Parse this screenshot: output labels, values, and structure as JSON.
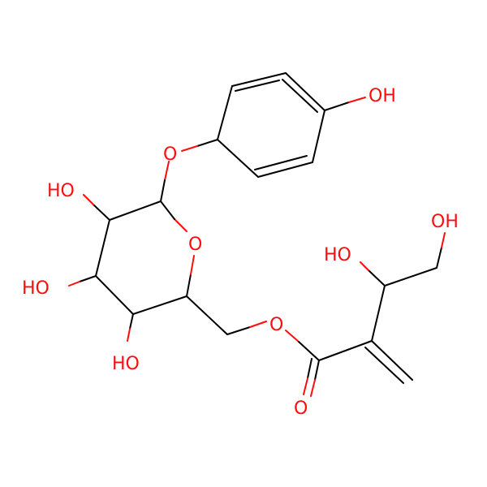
{
  "colors": {
    "background": "#ffffff",
    "carbon_bond": "#000000",
    "oxygen": "#ff0d0d"
  },
  "labels": {
    "phenol_oh": "OH",
    "ether_o": "O",
    "ring_o": "O",
    "c2_oh": "HO",
    "c3_oh": "HO",
    "c4_oh": "HO",
    "ester_o": "O",
    "carbonyl_o": "O",
    "side_oh_upper": "OH",
    "side_oh_lower": "HO"
  }
}
